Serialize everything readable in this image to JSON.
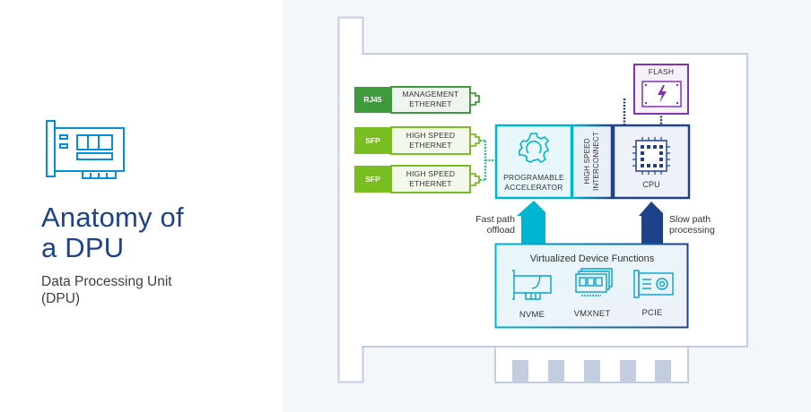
{
  "header": {
    "title_line1": "Anatomy of",
    "title_line2": "a DPU",
    "subtitle_line1": "Data Processing Unit",
    "subtitle_line2": "(DPU)"
  },
  "ports": [
    {
      "badge": "RJ45",
      "line1": "MANAGEMENT",
      "line2": "ETHERNET"
    },
    {
      "badge": "SFP",
      "line1": "HIGH SPEED",
      "line2": "ETHERNET"
    },
    {
      "badge": "SFP",
      "line1": "HIGH SPEED",
      "line2": "ETHERNET"
    }
  ],
  "components": {
    "flash": "FLASH",
    "accelerator_line1": "PROGRAMABLE",
    "accelerator_line2": "ACCELERATOR",
    "interconnect_line1": "HIGH SPEED",
    "interconnect_line2": "INTERCONNECT",
    "cpu": "CPU"
  },
  "flows": {
    "fast_line1": "Fast path",
    "fast_line2": "offload",
    "slow_line1": "Slow path",
    "slow_line2": "processing"
  },
  "vdf": {
    "title": "Virtualized Device Functions",
    "devices": [
      {
        "label": "NVME",
        "icon": "nvme-card-icon"
      },
      {
        "label": "VMXNET",
        "icon": "vmxnet-stack-icon"
      },
      {
        "label": "PCIE",
        "icon": "pcie-card-icon"
      }
    ]
  },
  "colors": {
    "title_blue": "#1d428a",
    "icon_blue": "#0091da",
    "rj45_green": "#3e9a3a",
    "sfp_green": "#78be20",
    "teal": "#00b5d1",
    "navy": "#1d428a",
    "purple": "#7f35b2",
    "outline_gray": "#c3cde0",
    "panel_bg": "#f3f7fa"
  }
}
